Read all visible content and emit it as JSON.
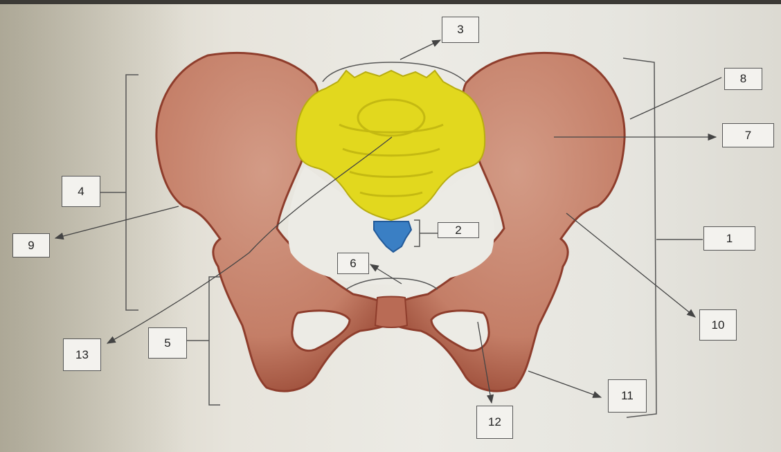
{
  "labels": {
    "l1": "1",
    "l2": "2",
    "l3": "3",
    "l4": "4",
    "l5": "5",
    "l6": "6",
    "l7": "7",
    "l8": "8",
    "l9": "9",
    "l10": "10",
    "l11": "11",
    "l12": "12",
    "l13": "13"
  },
  "colors": {
    "bone": "#c47e67",
    "bone_dark": "#8e3d2c",
    "sacrum": "#e2d81e",
    "coccyx": "#3a7fc4",
    "line": "#555555"
  }
}
